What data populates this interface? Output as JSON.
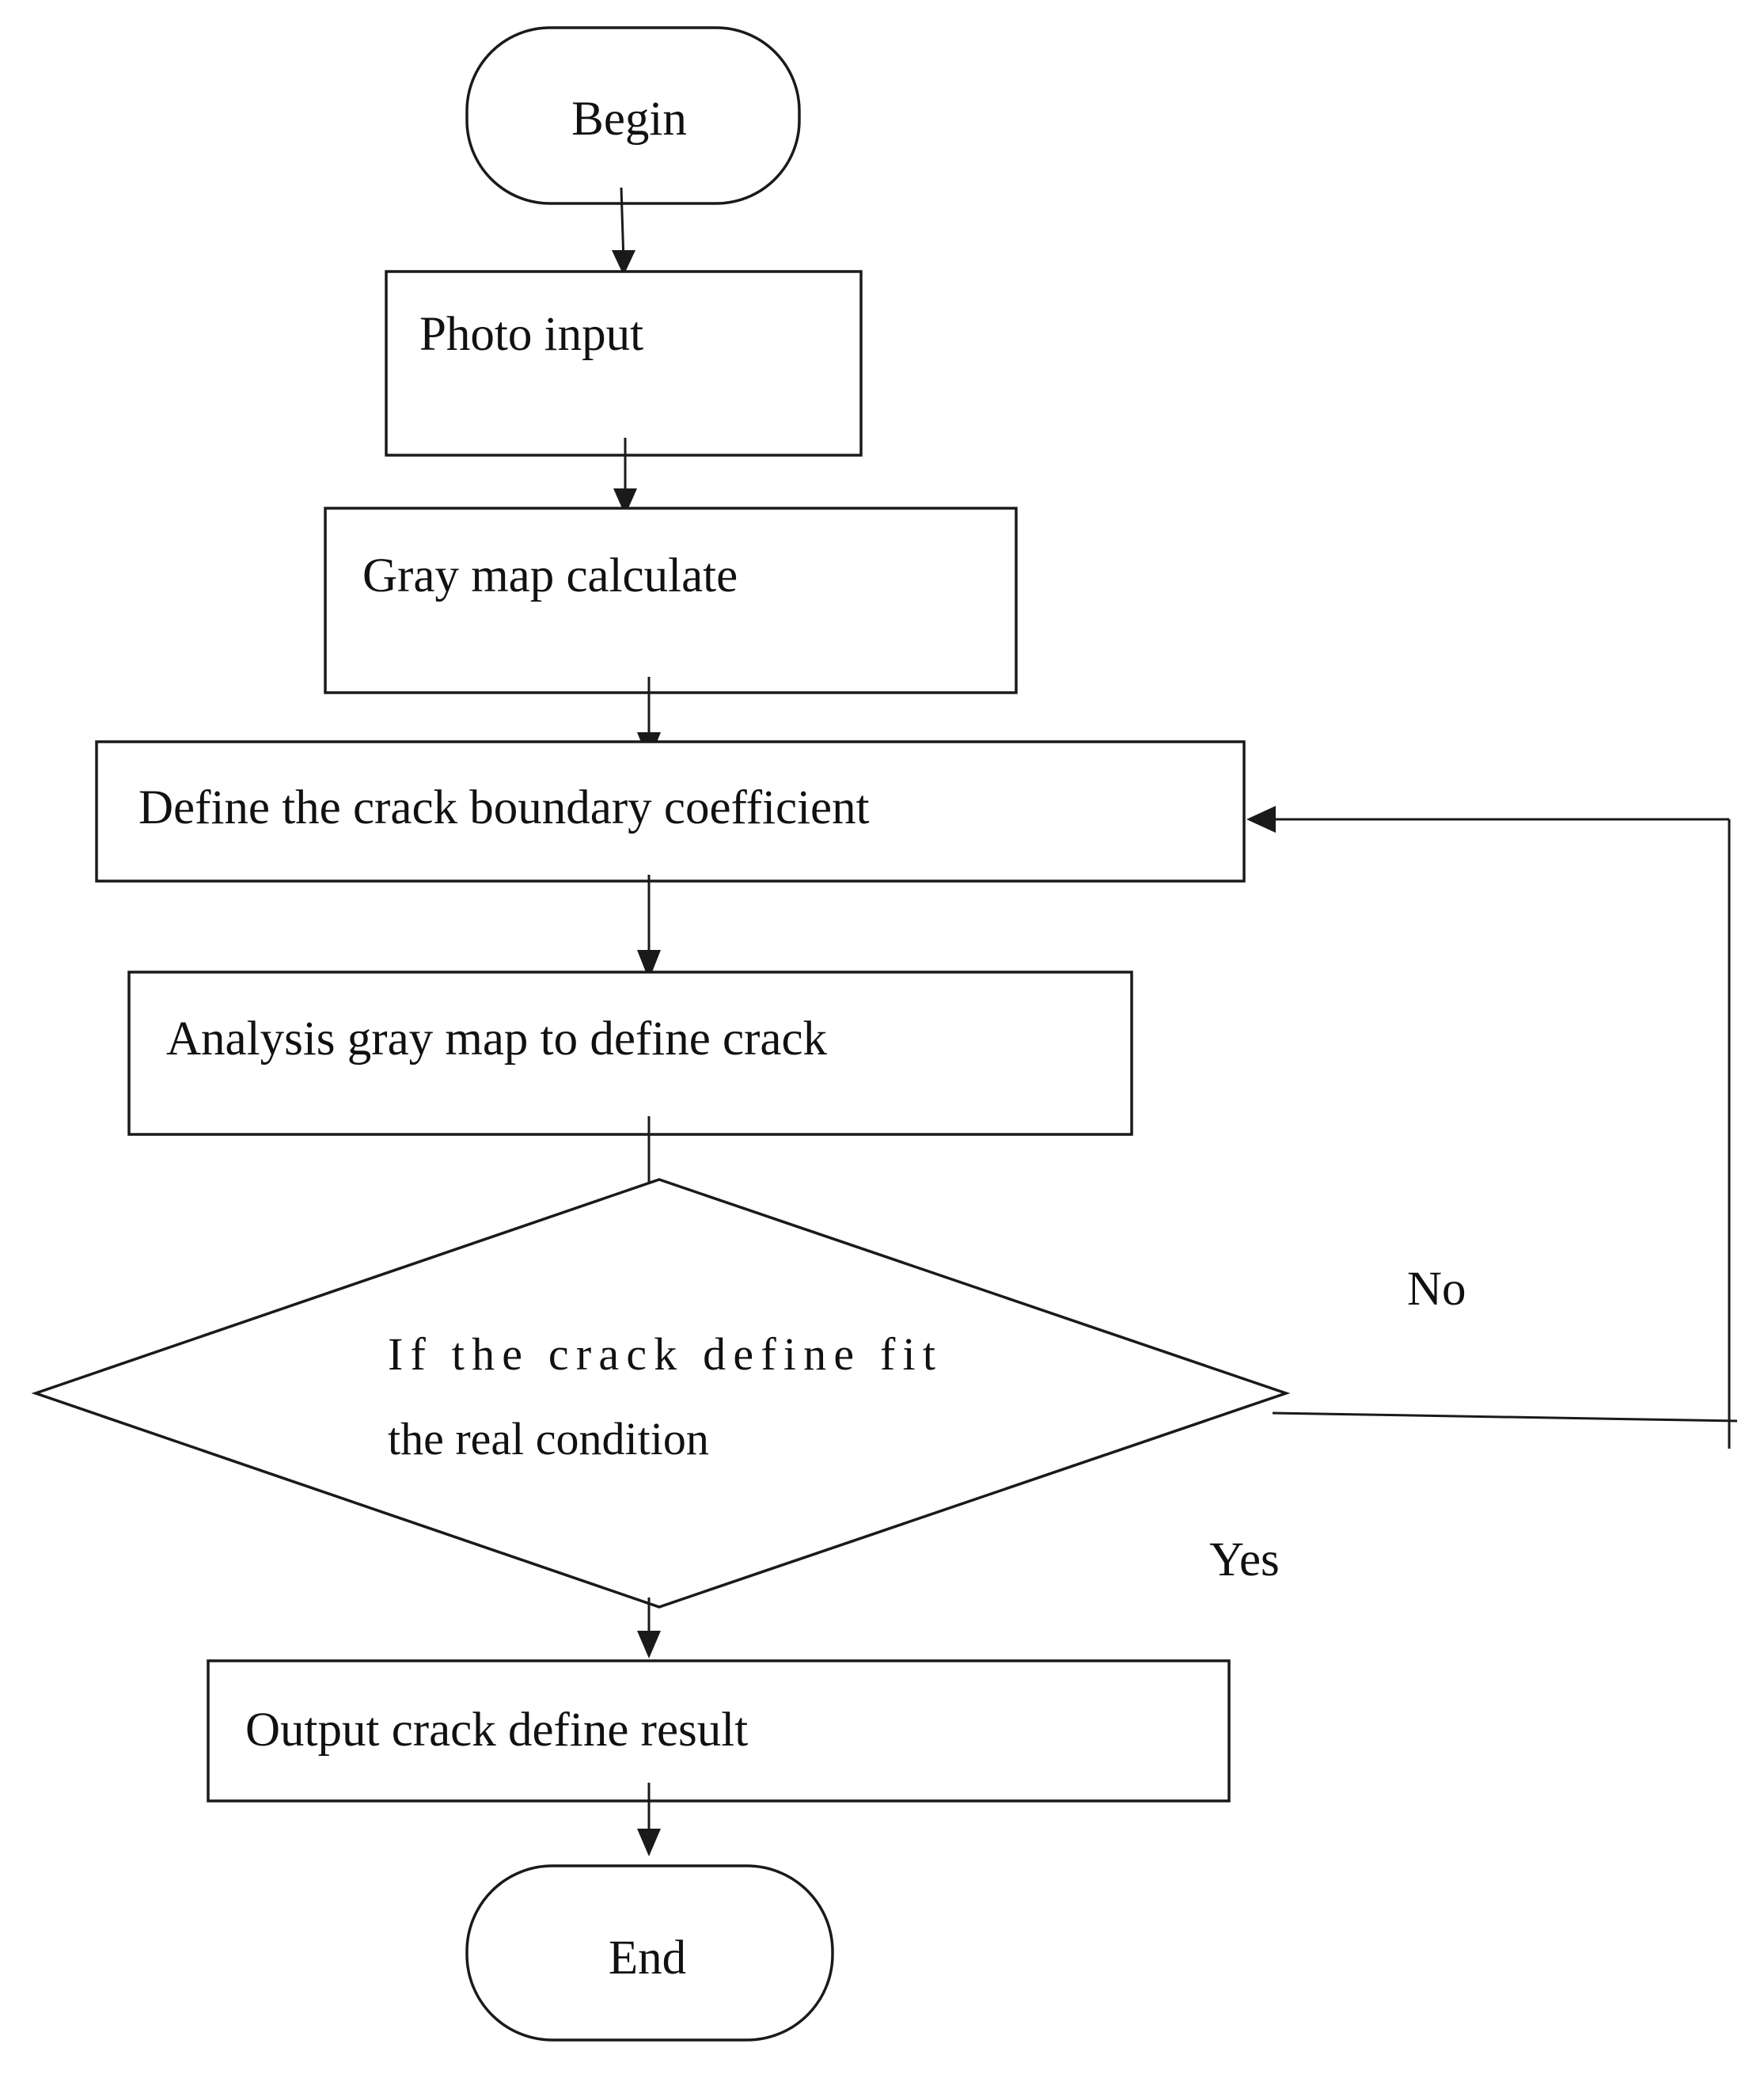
{
  "flowchart": {
    "begin": "Begin",
    "photo_input": "Photo input",
    "gray_map_calculate": "Gray map calculate",
    "define_boundary": "Define the crack boundary coefficient",
    "analysis": "Analysis gray map to define crack",
    "decision_line1": "If the crack define fit",
    "decision_line2": "the real condition",
    "label_no": "No",
    "label_yes": "Yes",
    "output": "Output crack define result",
    "end": "End"
  },
  "colors": {
    "stroke": "#1a1a1a",
    "text": "#111111",
    "background": "#ffffff"
  }
}
